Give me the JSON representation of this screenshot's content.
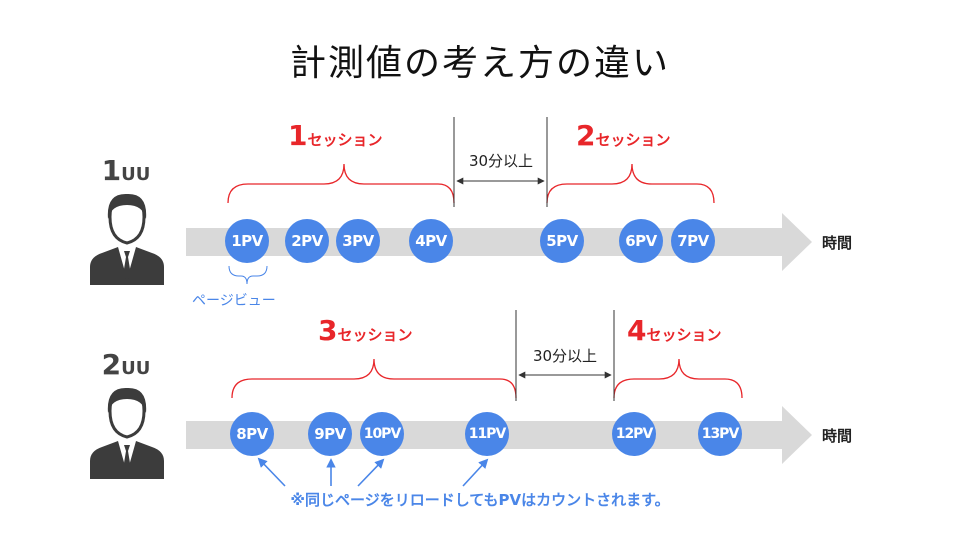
{
  "title": "計測値の考え方の違い",
  "users": [
    {
      "number": "1",
      "suffix": "UU",
      "sessions": [
        {
          "number": "1",
          "suffix": "セッション"
        },
        {
          "number": "2",
          "suffix": "セッション"
        }
      ],
      "gap_label": "30分以上",
      "page_views": [
        "1PV",
        "2PV",
        "3PV",
        "4PV",
        "5PV",
        "6PV",
        "7PV"
      ],
      "time_label": "時間"
    },
    {
      "number": "2",
      "suffix": "UU",
      "sessions": [
        {
          "number": "3",
          "suffix": "セッション"
        },
        {
          "number": "4",
          "suffix": "セッション"
        }
      ],
      "gap_label": "30分以上",
      "page_views": [
        "8PV",
        "9PV",
        "10PV",
        "11PV",
        "12PV",
        "13PV"
      ],
      "time_label": "時間"
    }
  ],
  "pageview_note": "ページビュー",
  "reload_note": "※同じページをリロードしてもPVはカウントされます。",
  "colors": {
    "accent_red": "#e8262a",
    "pv_blue": "#4a86e8",
    "arrow_gray": "#d9d9d9",
    "icon_dark": "#3c3c3c"
  },
  "icons": [
    "businessman-icon",
    "timeline-arrow",
    "curly-brace",
    "double-arrow",
    "pointer-arrow"
  ]
}
